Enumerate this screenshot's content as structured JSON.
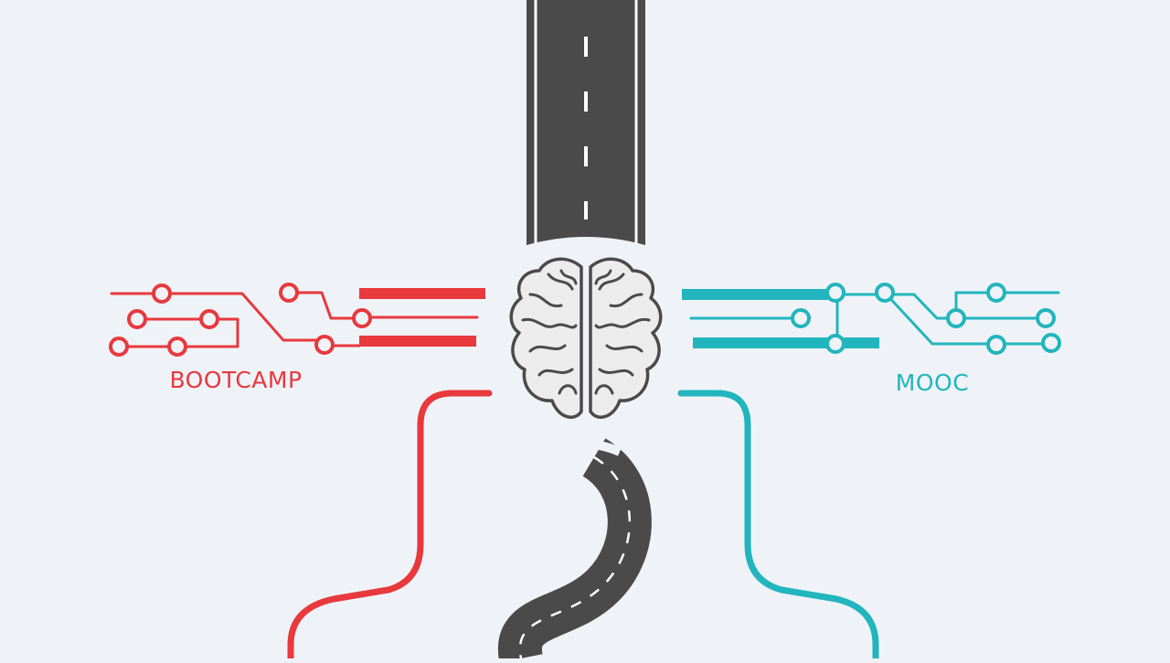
{
  "labels": {
    "left": "BOOTCAMP",
    "right": "MOOC"
  },
  "colors": {
    "background": "#eff3f8",
    "road": "#4a4a4a",
    "road_dash": "#ffffff",
    "left_accent": "#e8393d",
    "right_accent": "#22b5bd",
    "brain_outline": "#4a4a4a",
    "brain_fill": "#ececec"
  },
  "icons": {
    "center": "brain-icon",
    "top": "straight-road",
    "bottom": "winding-road"
  }
}
